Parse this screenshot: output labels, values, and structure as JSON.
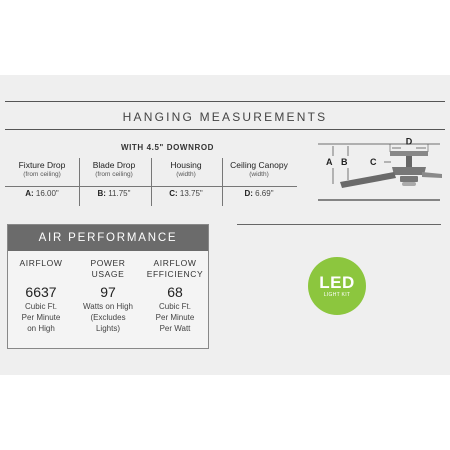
{
  "section_title": "HANGING MEASUREMENTS",
  "downrod_label": "WITH 4.5\" DOWNROD",
  "measurements": [
    {
      "heading": "Fixture Drop",
      "sub": "(from ceiling)",
      "key": "A:",
      "value": "16.00\""
    },
    {
      "heading": "Blade Drop",
      "sub": "(from ceiling)",
      "key": "B:",
      "value": "11.75\""
    },
    {
      "heading": "Housing",
      "sub": "(width)",
      "key": "C:",
      "value": "13.75\""
    },
    {
      "heading": "Ceiling Canopy",
      "sub": "(width)",
      "key": "D:",
      "value": "6.69\""
    }
  ],
  "diagram": {
    "label_a": "A",
    "label_b": "B",
    "label_c": "C",
    "label_d": "D"
  },
  "air_performance": {
    "title": "AIR PERFORMANCE",
    "stats": [
      {
        "label_1": "AIRFLOW",
        "label_2": "",
        "value": "6637",
        "unit_1": "Cubic Ft.",
        "unit_2": "Per Minute",
        "unit_3": "on High"
      },
      {
        "label_1": "POWER",
        "label_2": "USAGE",
        "value": "97",
        "unit_1": "Watts on High",
        "unit_2": "(Excludes",
        "unit_3": "Lights)"
      },
      {
        "label_1": "AIRFLOW",
        "label_2": "EFFICIENCY",
        "value": "68",
        "unit_1": "Cubic Ft.",
        "unit_2": "Per Minute",
        "unit_3": "Per Watt"
      }
    ]
  },
  "led_badge": {
    "big": "LED",
    "small": "LIGHT KIT"
  },
  "colors": {
    "panel": "#efefef",
    "header": "#6b6b6b",
    "led": "#8cc63e"
  }
}
